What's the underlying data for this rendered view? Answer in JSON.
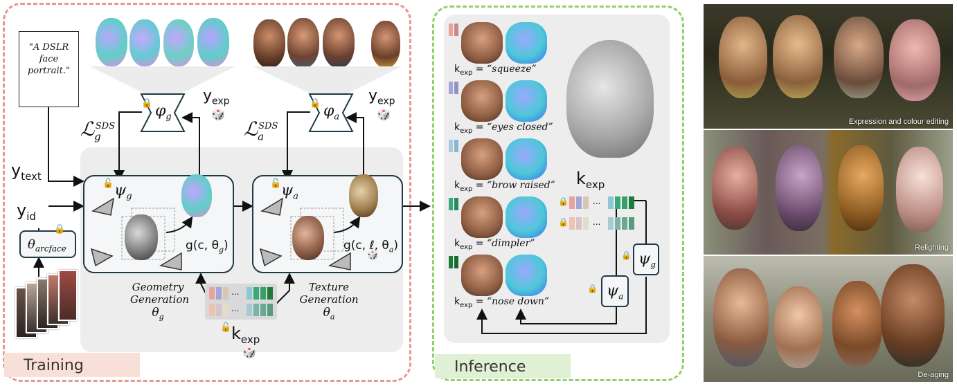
{
  "training": {
    "label": "Training",
    "prompt_text": "\"A DSLR face portrait.\"",
    "y_text": "y",
    "y_text_sub": "text",
    "y_id": "y",
    "y_id_sub": "id",
    "theta_arcface": "θ",
    "theta_arcface_sub": "arcface",
    "loss_g": "ℒ",
    "loss_g_sub": "g",
    "loss_g_sup": "SDS",
    "loss_a": "ℒ",
    "loss_a_sub": "a",
    "loss_a_sup": "SDS",
    "phi_g": "φ",
    "phi_g_sub": "g",
    "phi_a": "φ",
    "phi_a_sub": "a",
    "y_exp_1": "y",
    "y_exp_1_sub": "exp",
    "y_exp_2": "y",
    "y_exp_2_sub": "exp",
    "psi_g": "ψ",
    "psi_g_sub": "g",
    "psi_a": "ψ",
    "psi_a_sub": "a",
    "g_func_geom": "g(c, θ",
    "g_func_geom_sub": "g",
    "g_func_tex": "g(c, ℓ, θ",
    "g_func_tex_sub": "a",
    "geometry_title_1": "Geometry",
    "geometry_title_2": "Generation",
    "geometry_theta": "θ",
    "geometry_theta_sub": "g",
    "texture_title_1": "Texture",
    "texture_title_2": "Generation",
    "texture_theta": "θ",
    "texture_theta_sub": "a",
    "k_exp": "k",
    "k_exp_sub": "exp",
    "ellipsis": "..."
  },
  "inference": {
    "label": "Inference",
    "k_exp": "k",
    "k_exp_sub": "exp",
    "psi_g": "ψ",
    "psi_g_sub": "g",
    "psi_a": "ψ",
    "psi_a_sub": "a",
    "ellipsis": "...",
    "expressions": [
      {
        "prefix": "k",
        "sub": "exp",
        "eq": " = ",
        "value": "“squeeze”"
      },
      {
        "prefix": "k",
        "sub": "exp",
        "eq": " = ",
        "value": "“eyes closed”"
      },
      {
        "prefix": "k",
        "sub": "exp",
        "eq": " = ",
        "value": "“brow raised”"
      },
      {
        "prefix": "k",
        "sub": "exp",
        "eq": " = ",
        "value": "“dimpler”"
      },
      {
        "prefix": "k",
        "sub": "exp",
        "eq": " = ",
        "value": "“nose down”"
      }
    ]
  },
  "results": {
    "captions": [
      "Expression and colour editing",
      "Relighting",
      "De-aging"
    ]
  },
  "colors": {
    "training_border": "#e39a8f",
    "inference_border": "#8fd06a",
    "box_border": "#1f3a44"
  }
}
